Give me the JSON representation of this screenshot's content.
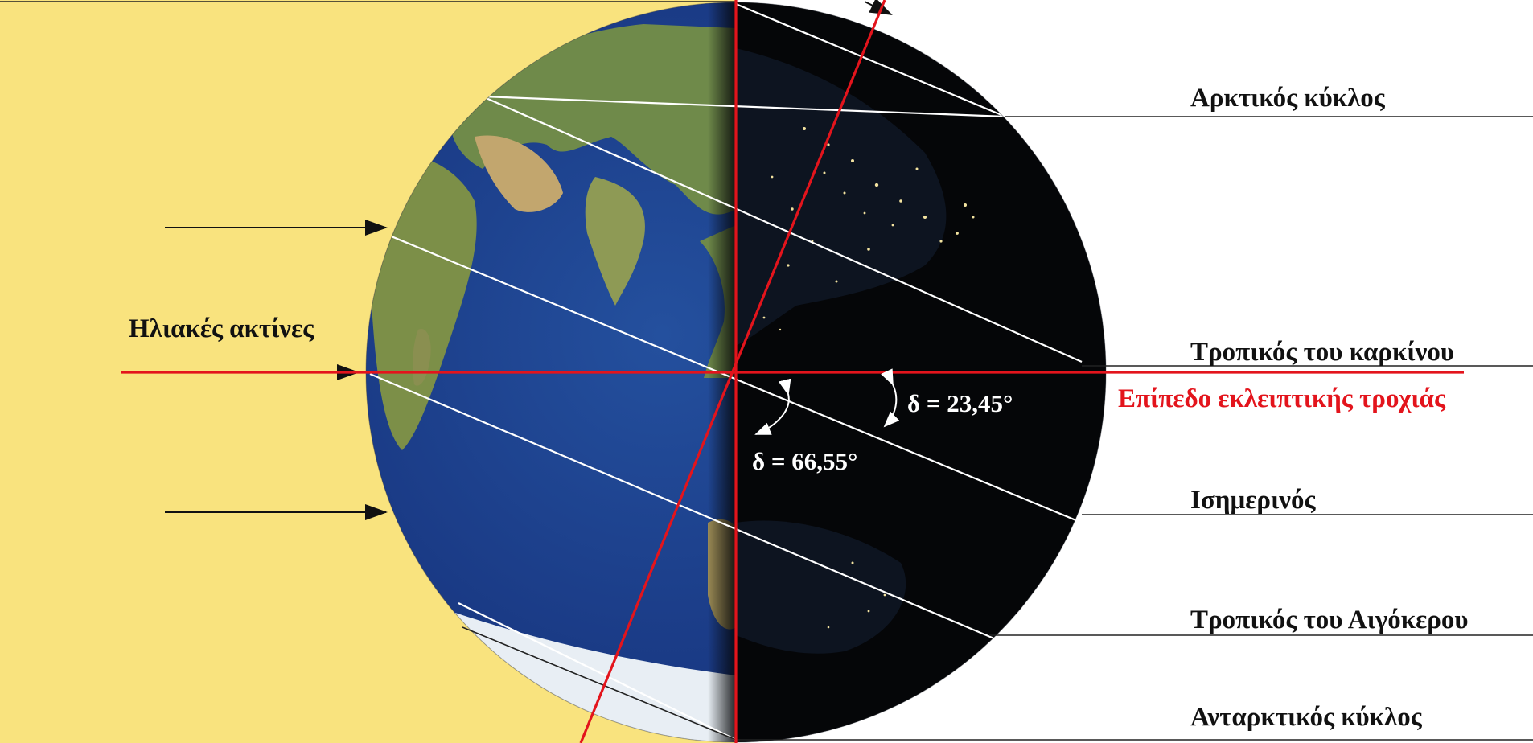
{
  "labels": {
    "sun_rays": "Ηλιακές ακτίνες",
    "arctic_circle": "Αρκτικός κύκλος",
    "tropic_cancer": "Τροπικός του καρκίνου",
    "ecliptic_plane": "Επίπεδο εκλειπτικής τροχιάς",
    "equator": "Ισημερινός",
    "tropic_capricorn": "Τροπικός του Αιγόκερου",
    "antarctic_circle": "Ανταρκτικός κύκλος",
    "delta_small": "δ = 23,45°",
    "delta_large": "δ = 66,55°"
  },
  "colors": {
    "sunlight_background": "#f9e37e",
    "ocean_day": "#1c3f8a",
    "night_side": "#050608",
    "red_line": "#e3141c",
    "guide_line": "#ffffff",
    "label_text": "#111111"
  },
  "icons": {
    "globe": "earth-globe-illustration",
    "arrows": "sun-ray-arrow"
  }
}
